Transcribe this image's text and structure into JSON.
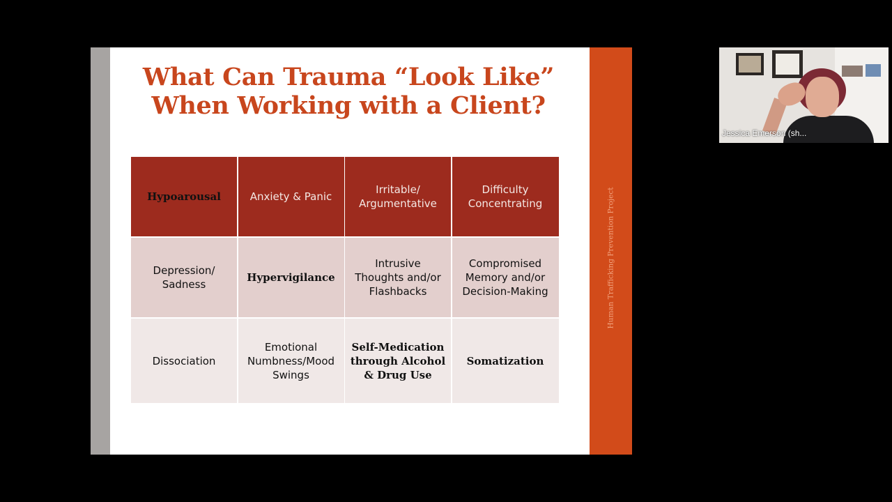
{
  "slide": {
    "title_line1": "What Can Trauma “Look Like”",
    "title_line2": "When Working with a Client?",
    "side_text": "Human Trafficking Prevention Project",
    "colors": {
      "accent": "#c8461d",
      "header_row": "#9d2b1e",
      "row1": "#e3cfcd",
      "row2": "#f0e8e7",
      "side_bar": "#d24b1a"
    },
    "table": [
      [
        "Hypoarousal",
        "Anxiety & Panic",
        "Irritable/ Argumentative",
        "Difficulty Concentrating"
      ],
      [
        "Depression/ Sadness",
        "Hypervigilance",
        "Intrusive Thoughts and/or Flashbacks",
        "Compromised Memory and/or Decision-Making"
      ],
      [
        "Dissociation",
        "Emotional Numbness/Mood Swings",
        "Self-Medication through Alcohol & Drug Use",
        "Somatization"
      ]
    ]
  },
  "video": {
    "participant_name": "Jessica Emerson (sh..."
  }
}
